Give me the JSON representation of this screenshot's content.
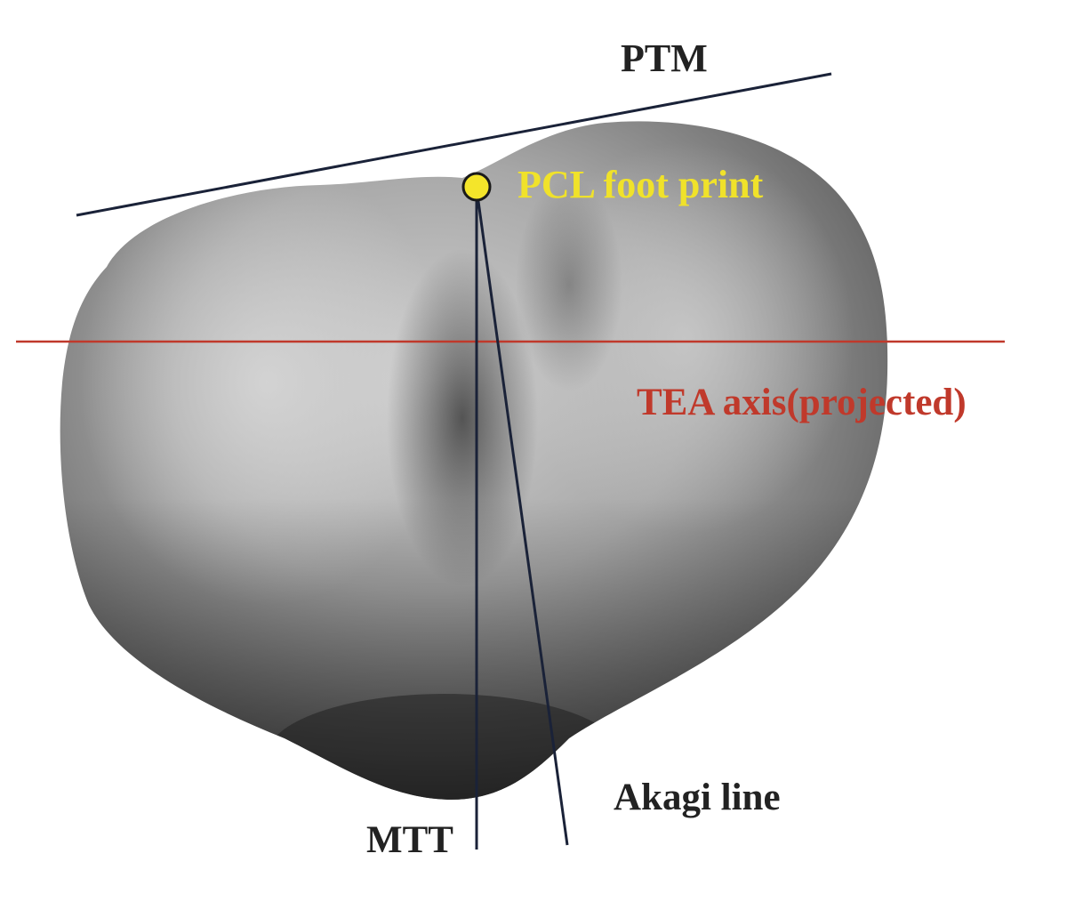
{
  "labels": {
    "ptm": "PTM",
    "pcl": "PCL foot print",
    "tea": "TEA axis(projected)",
    "akagi": "Akagi line",
    "mtt": "MTT"
  },
  "colors": {
    "background": "#ffffff",
    "bone_light": "#bdbdbd",
    "bone_mid": "#8f8f8f",
    "bone_dark": "#3a3a3a",
    "dark_line": "#1a2238",
    "tea_line": "#c0392b",
    "pcl_marker": "#f4e52a",
    "pcl_text": "#f0e22a",
    "label_text": "#222222"
  }
}
